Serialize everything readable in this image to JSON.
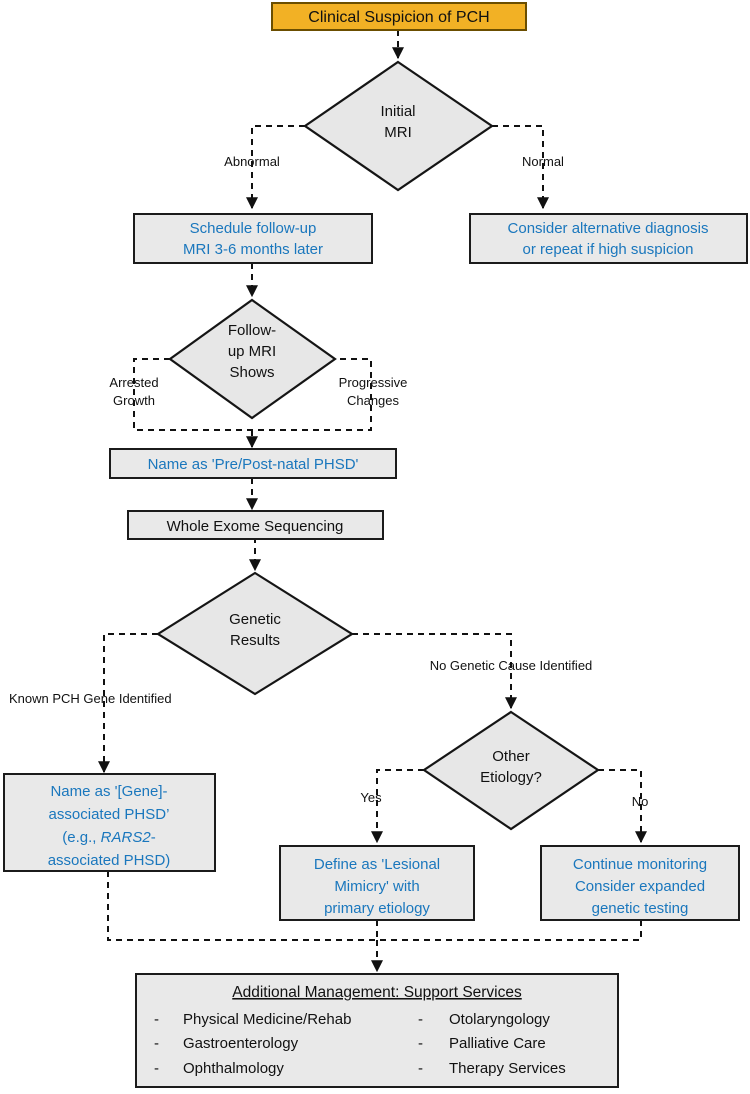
{
  "diagram": {
    "title": "PCH Diagnostic and Management Flowchart",
    "colors": {
      "start_fill": "#f2b125",
      "start_stroke": "#6b4e00",
      "node_fill": "#e9e9e9",
      "node_stroke": "#1b1b1b",
      "decision_fill": "#e7e7e7",
      "decision_stroke": "#151515",
      "blue_text": "#1a77bd",
      "black_text": "#111111",
      "edge": "#111111"
    },
    "nodes": {
      "start": {
        "label": "Clinical Suspicion of PCH",
        "shape": "box",
        "style": "orange"
      },
      "initial_mri": {
        "line1": "Initial",
        "line2": "MRI",
        "shape": "diamond"
      },
      "schedule_followup": {
        "line1": "Schedule follow-up",
        "line2": "MRI 3-6 months later",
        "shape": "box",
        "style": "blue"
      },
      "consider_alternative": {
        "line1": "Consider alternative diagnosis",
        "line2": "or repeat if high suspicion",
        "shape": "box",
        "style": "blue"
      },
      "followup_mri": {
        "line1": "Follow-",
        "line2": "up MRI",
        "line3": "Shows",
        "shape": "diamond"
      },
      "name_prepost": {
        "label": "Name as 'Pre/Post-natal PHSD'",
        "shape": "box",
        "style": "blue"
      },
      "whole_exome": {
        "label": "Whole Exome Sequencing",
        "shape": "box",
        "style": "black"
      },
      "genetic_results": {
        "line1": "Genetic",
        "line2": "Results",
        "shape": "diamond"
      },
      "other_etiology": {
        "line1": "Other",
        "line2": "Etiology?",
        "shape": "diamond"
      },
      "name_gene": {
        "line1": "Name as '[Gene]-",
        "line2": "associated PHSD’",
        "line3a": "(e.g., ",
        "line3b": "RARS2",
        "line3c": "-",
        "line4": "associated PHSD)",
        "shape": "box",
        "style": "blue"
      },
      "lesional_mimicry": {
        "line1": "Define as 'Lesional",
        "line2": "Mimicry' with",
        "line3": "primary etiology",
        "shape": "box",
        "style": "blue"
      },
      "continue_monitoring": {
        "line1": "Continue monitoring",
        "line2": "Consider expanded",
        "line3": "genetic testing",
        "shape": "box",
        "style": "blue"
      },
      "additional_management": {
        "heading": "Additional Management: Support Services",
        "bullet": "-",
        "left_items": [
          "Physical Medicine/Rehab",
          "Gastroenterology",
          "Ophthalmology"
        ],
        "right_items": [
          "Otolaryngology",
          "Palliative Care",
          "Therapy Services"
        ]
      }
    },
    "edge_labels": {
      "abnormal": "Abnormal",
      "normal": "Normal",
      "arrested_growth_1": "Arrested",
      "arrested_growth_2": "Growth",
      "progressive_1": "Progressive",
      "progressive_2": "Changes",
      "known_gene": "Known PCH Gene Identified",
      "no_genetic_cause": "No Genetic Cause Identified",
      "yes": "Yes",
      "no": "No"
    }
  }
}
